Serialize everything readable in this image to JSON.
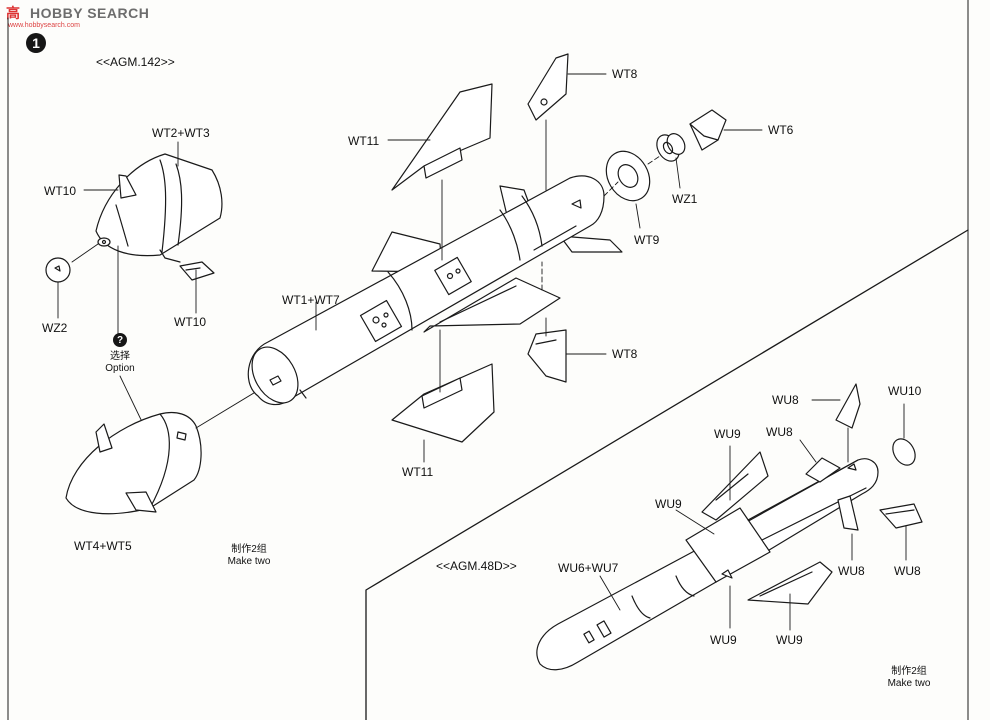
{
  "watermark": {
    "brand_cn": "高",
    "brand_en": "HOBBY SEARCH",
    "sub": "www.hobbysearch.com"
  },
  "step": {
    "number": "1"
  },
  "sections": {
    "agm142": {
      "title": "<<AGM.142>>"
    },
    "agm48d": {
      "title": "<<AGM.48D>>"
    }
  },
  "option": {
    "badge": "?",
    "label_cn": "选择",
    "label_en": "Option"
  },
  "make_two": {
    "cn": "制作2组",
    "en": "Make two"
  },
  "labels": {
    "wt2_wt3": "WT2+WT3",
    "wt10_top": "WT10",
    "wt10_bottom": "WT10",
    "wz2": "WZ2",
    "wt4_wt5": "WT4+WT5",
    "wt11_top": "WT11",
    "wt11_bottom": "WT11",
    "wt1_wt7": "WT1+WT7",
    "wt8_top": "WT8",
    "wt8_bottom": "WT8",
    "wt6": "WT6",
    "wz1": "WZ1",
    "wt9": "WT9",
    "wu8_a": "WU8",
    "wu8_b": "WU8",
    "wu8_c": "WU8",
    "wu8_d": "WU8",
    "wu10": "WU10",
    "wu9_a": "WU9",
    "wu9_b": "WU9",
    "wu9_c": "WU9",
    "wu9_d": "WU9",
    "wu6_wu7": "WU6+WU7"
  }
}
